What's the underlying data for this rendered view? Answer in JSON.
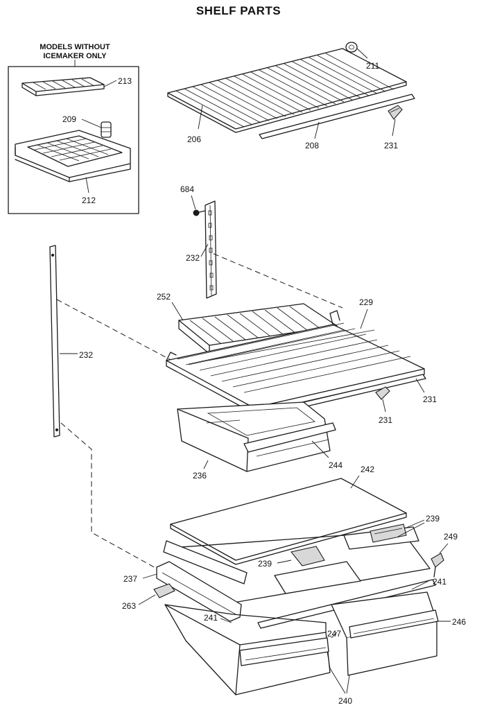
{
  "title": "SHELF PARTS",
  "inset": {
    "caption_line1": "MODELS WITHOUT",
    "caption_line2": "ICEMAKER ONLY"
  },
  "parts": {
    "p213": "213",
    "p209": "209",
    "p212": "212",
    "p211": "211",
    "p206": "206",
    "p208": "208",
    "p231a": "231",
    "p684": "684",
    "p232a": "232",
    "p232b": "232",
    "p252": "252",
    "p229": "229",
    "p231b": "231",
    "p231c": "231",
    "p236": "236",
    "p244": "244",
    "p242": "242",
    "p239a": "239",
    "p249": "249",
    "p239b": "239",
    "p237": "237",
    "p241a": "241",
    "p263": "263",
    "p241b": "241",
    "p247": "247",
    "p246": "246",
    "p240": "240"
  }
}
